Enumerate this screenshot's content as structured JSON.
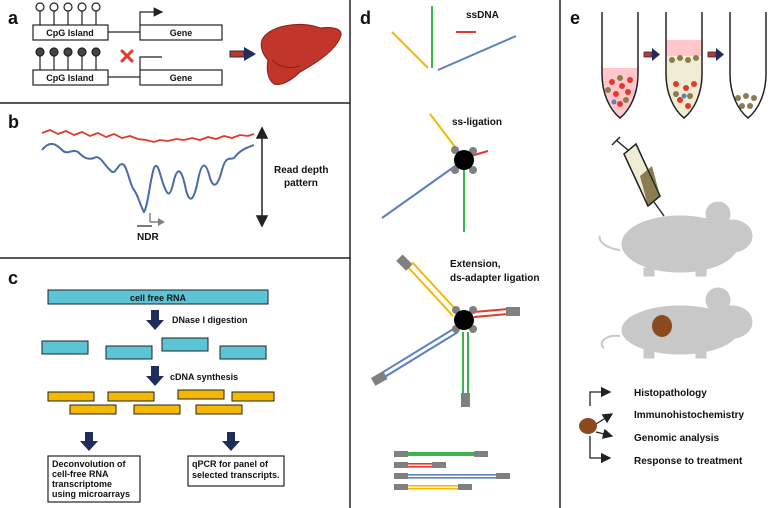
{
  "panels": {
    "a": "a",
    "b": "b",
    "c": "c",
    "d": "d",
    "e": "e"
  },
  "panel_a": {
    "cpg_island": "CpG Island",
    "gene": "Gene"
  },
  "panel_b": {
    "read_depth_pattern_line1": "Read depth",
    "read_depth_pattern_line2": "pattern",
    "ndr": "NDR"
  },
  "panel_c": {
    "cell_free_rna": "cell free RNA",
    "dnase_digestion": "DNase I digestion",
    "cdna_synthesis": "cDNA synthesis",
    "deconv_lines": [
      "Deconvolution of",
      "cell-free RNA",
      "transcriptome",
      "using microarrays"
    ],
    "qpcr_lines": [
      "qPCR for panel of",
      "selected transcripts."
    ]
  },
  "panel_d": {
    "ssdna": "ssDNA",
    "ss_ligation": "ss-ligation",
    "extension_line1": "Extension,",
    "extension_line2": "ds-adapter ligation"
  },
  "panel_e": {
    "outcomes": [
      "Histopathology",
      "Immunohistochemistry",
      "Genomic analysis",
      "Response to treatment"
    ]
  },
  "colors": {
    "red": "#e23a2a",
    "blue": "#5b7fbf",
    "orange": "#f5b800",
    "green": "#39b54a",
    "cyan": "#5bc4d6",
    "navy": "#1f2d5a",
    "gray": "#808080",
    "liver": "#c1352a",
    "brown": "#8b4a1e"
  }
}
